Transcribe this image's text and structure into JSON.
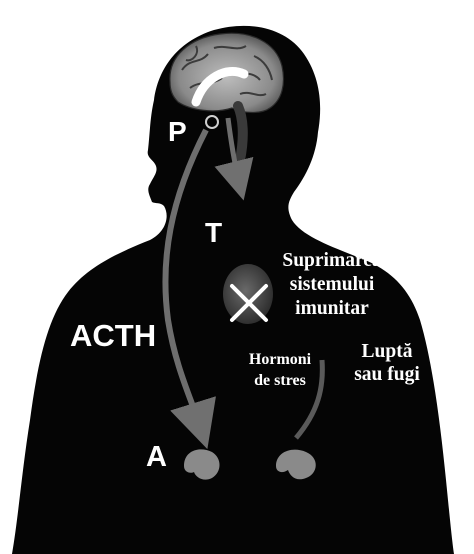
{
  "labels": {
    "p": "P",
    "t": "T",
    "acth": "ACTH",
    "a": "A",
    "suppression": [
      "Suprimarea",
      "sistemului",
      "imunitar"
    ],
    "stress_hormones": [
      "Hormoni",
      "de stres"
    ],
    "fight_or_flight": [
      "Luptă",
      "sau fugi"
    ]
  },
  "colors": {
    "silhouette": "#050505",
    "background": "#ffffff",
    "brain": "#9a9a9a",
    "arrow": "#6e6e6e",
    "text": "#ffffff"
  },
  "icons": {
    "brain": "brain-icon",
    "thymus": "thymus-icon",
    "kidneys": "kidney-icon",
    "cross": "x-mark-icon"
  }
}
